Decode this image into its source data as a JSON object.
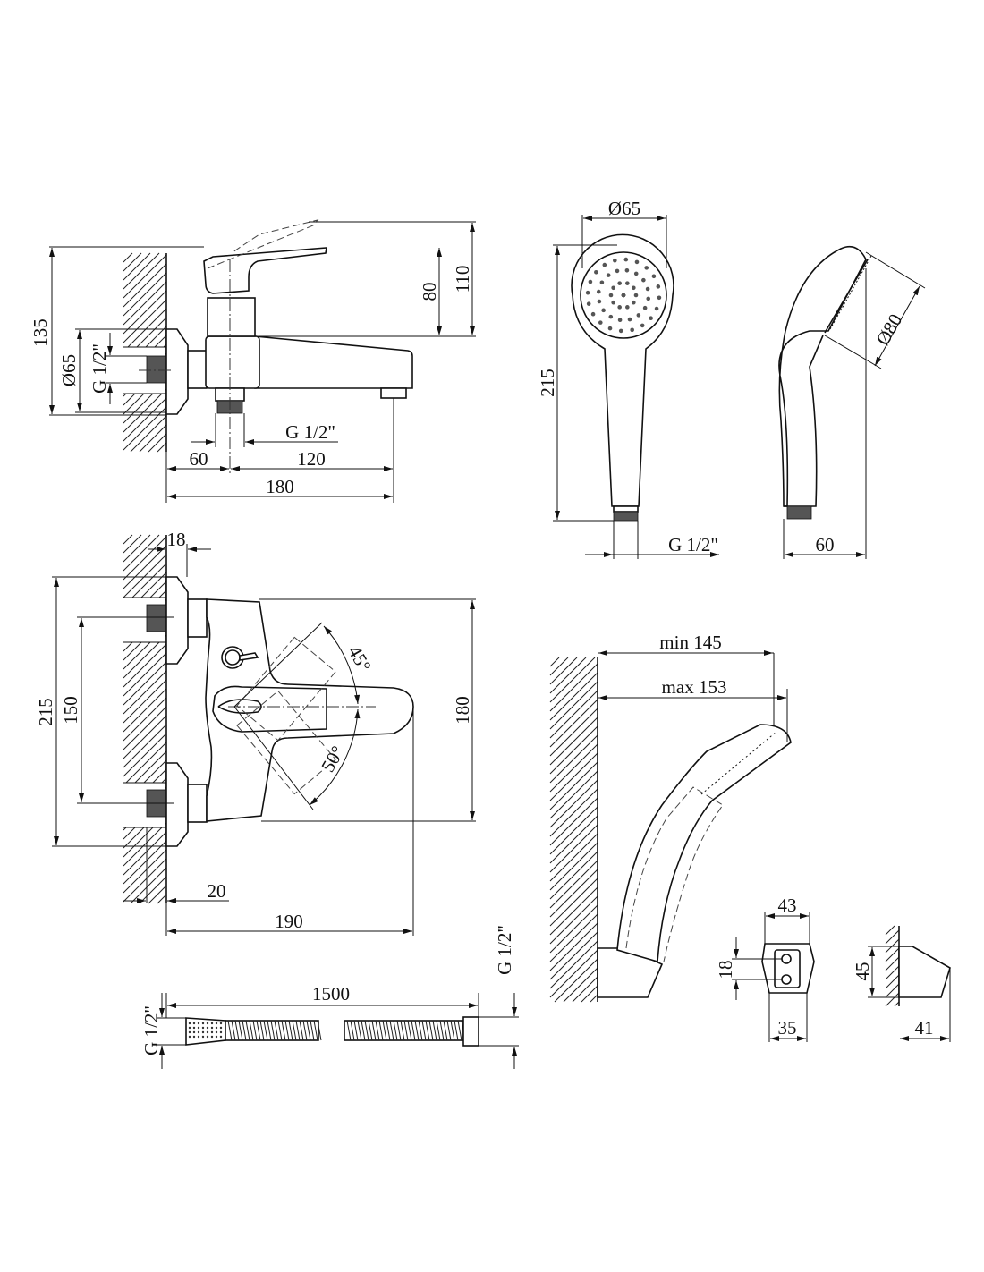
{
  "side_view": {
    "height_total": "135",
    "escutcheon_diameter": "Ø65",
    "inlet_thread": "G 1/2\"",
    "outlet_thread": "G 1/2\"",
    "dim_60": "60",
    "dim_120": "120",
    "dim_180": "180",
    "dim_80": "80",
    "dim_110": "110"
  },
  "hand_shower_front": {
    "head_diameter": "Ø65",
    "length": "215",
    "thread": "G 1/2\""
  },
  "hand_shower_side": {
    "head_diameter": "Ø80",
    "depth": "60"
  },
  "front_view": {
    "dim_18": "18",
    "dim_215": "215",
    "dim_150": "150",
    "dim_180": "180",
    "angle_up": "45°",
    "angle_down": "50°",
    "dim_20": "20",
    "dim_190": "190"
  },
  "hose": {
    "length": "1500",
    "thread_left": "G 1/2\"",
    "thread_right": "G 1/2\""
  },
  "holder_view": {
    "min_reach": "min 145",
    "max_reach": "max 153"
  },
  "bracket": {
    "width": "43",
    "hole_spacing": "18",
    "base_width": "35",
    "height": "45",
    "depth": "41"
  }
}
